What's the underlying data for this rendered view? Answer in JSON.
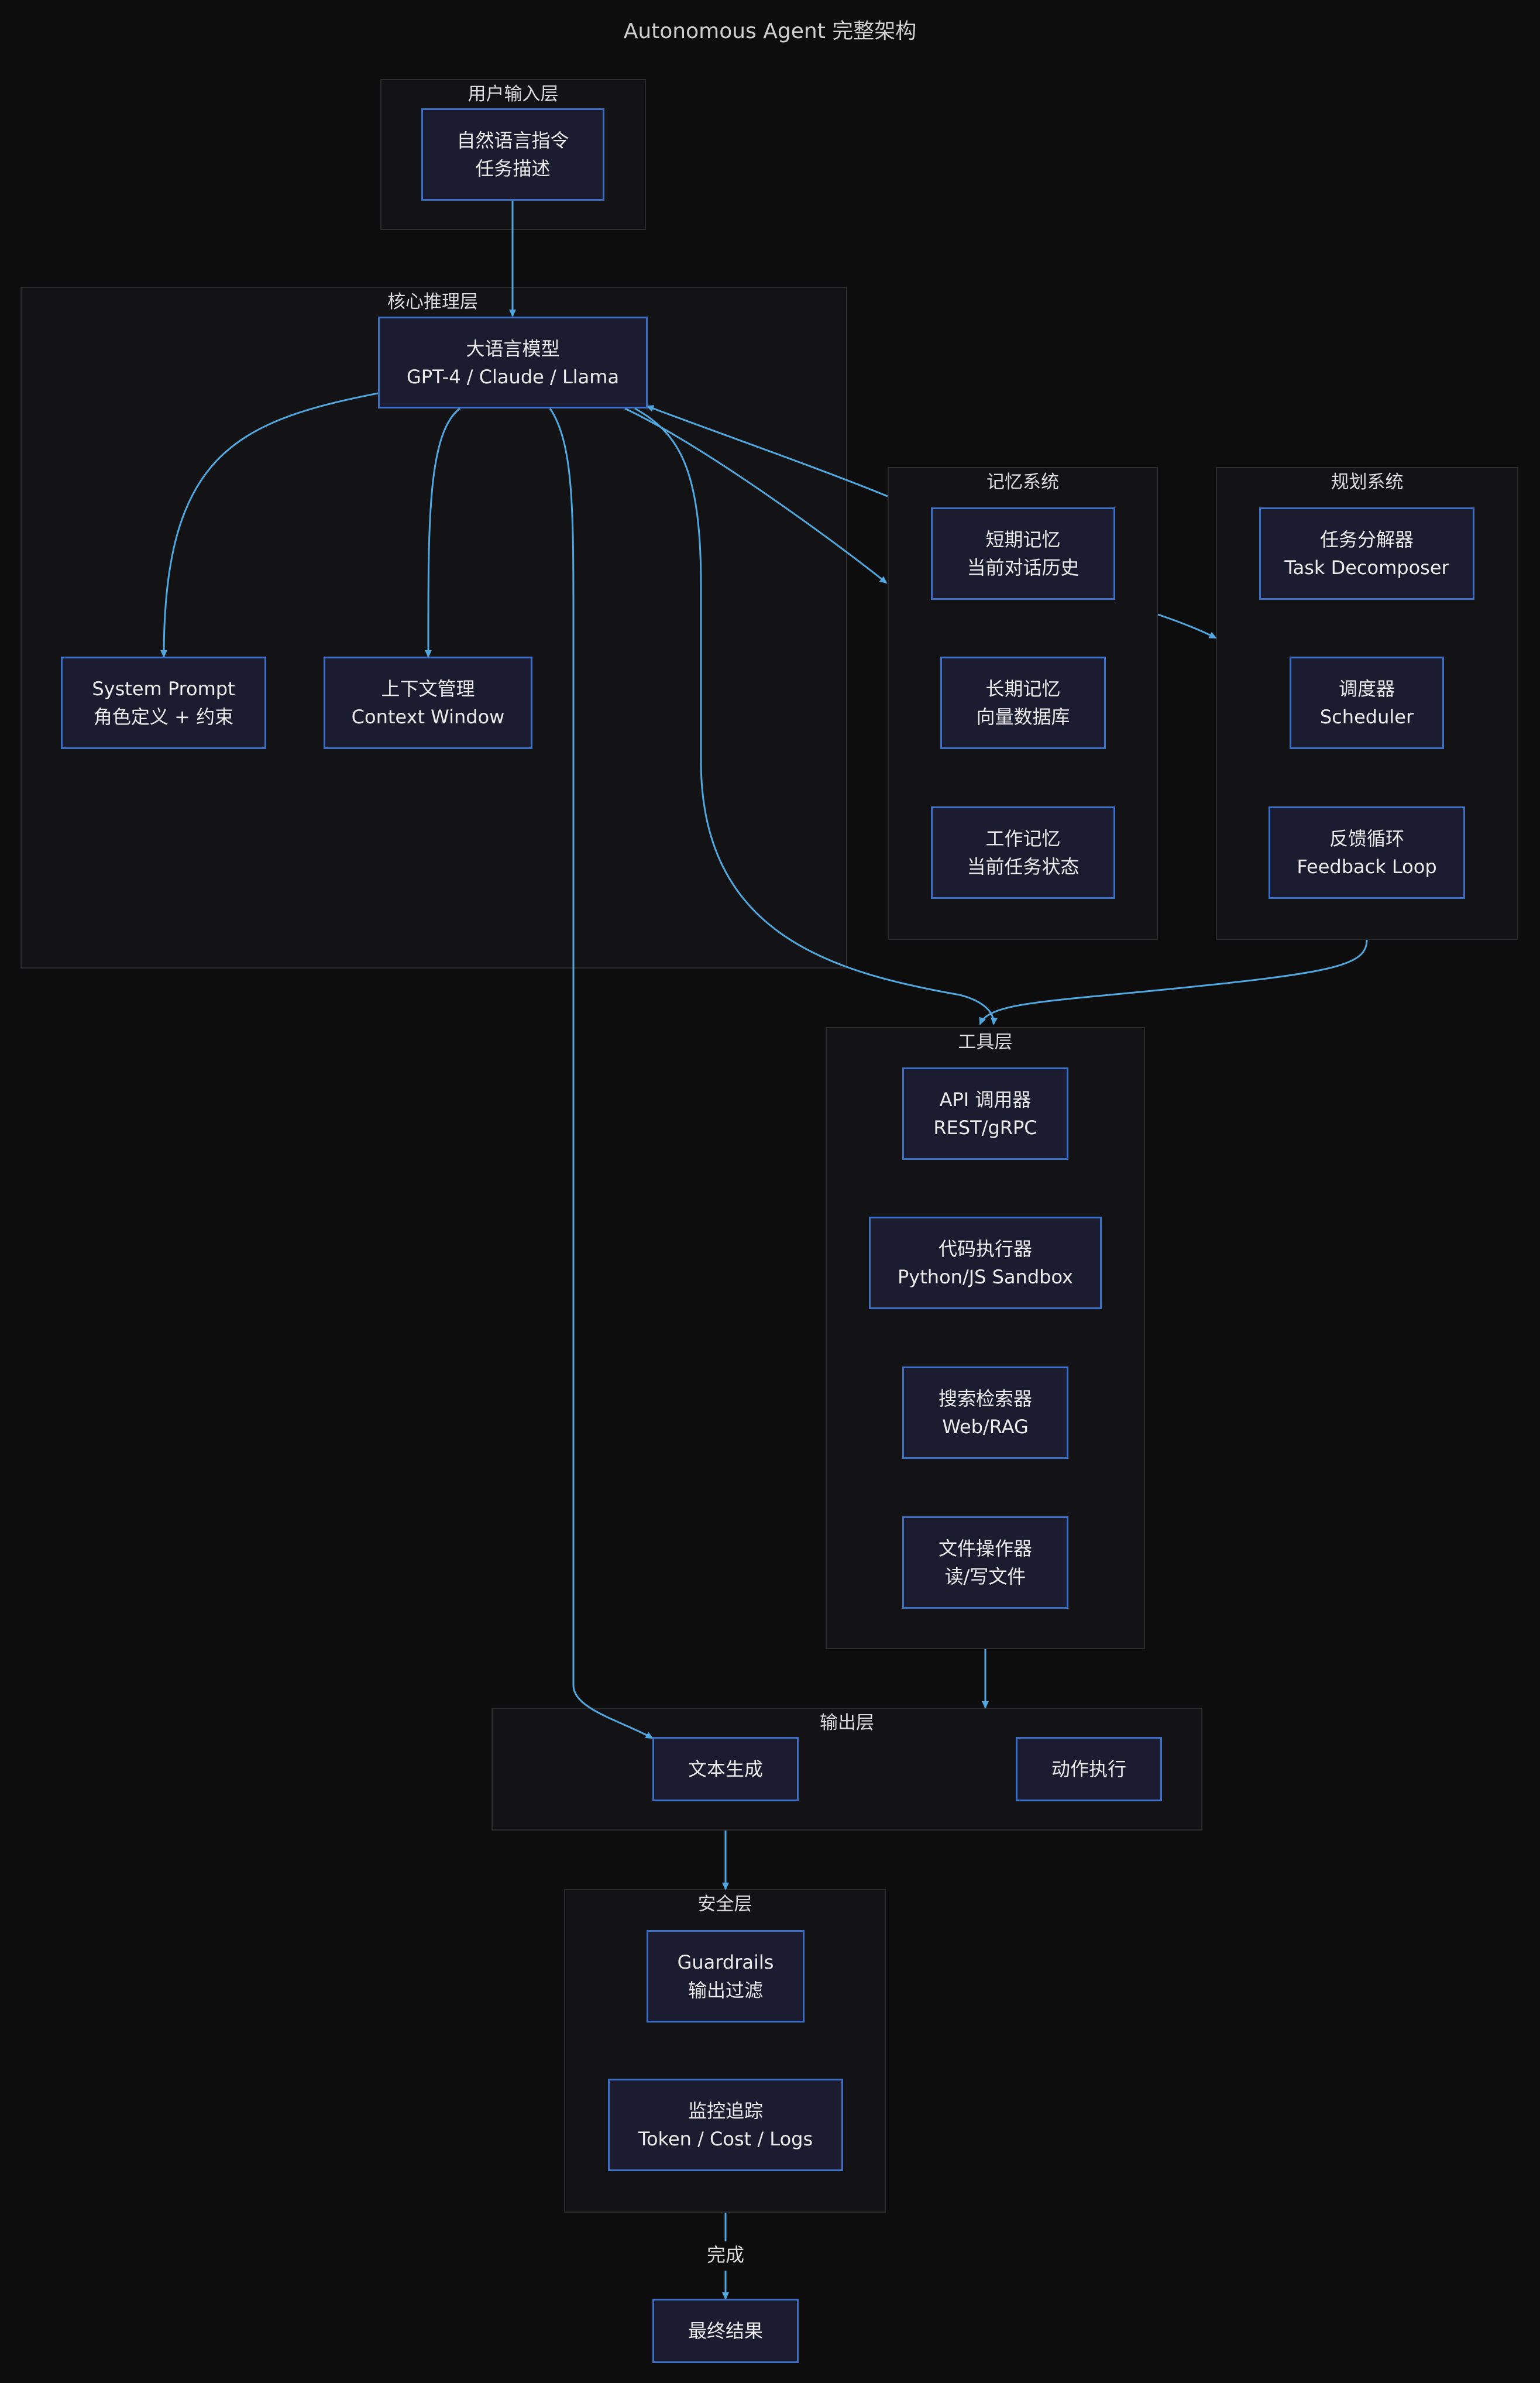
{
  "title": "Autonomous Agent 完整架构",
  "colors": {
    "background": "#0d0d0e",
    "cluster_border": "#2c2c2f",
    "node_border": "#3d6fc4",
    "node_fill": "#1b1c2f",
    "edge": "#4fa8e0",
    "text": "#ececec"
  },
  "clusters": {
    "input": {
      "label": "用户输入层"
    },
    "core": {
      "label": "核心推理层"
    },
    "memory": {
      "label": "记忆系统"
    },
    "planning": {
      "label": "规划系统"
    },
    "tools": {
      "label": "工具层"
    },
    "output": {
      "label": "输出层"
    },
    "safety": {
      "label": "安全层"
    }
  },
  "nodes": {
    "nl_instruction": {
      "line1": "自然语言指令",
      "line2": "任务描述"
    },
    "llm": {
      "line1": "大语言模型",
      "line2": "GPT-4 / Claude / Llama"
    },
    "system_prompt": {
      "line1": "System Prompt",
      "line2": "角色定义 + 约束"
    },
    "context_mgmt": {
      "line1": "上下文管理",
      "line2": "Context Window"
    },
    "short_memory": {
      "line1": "短期记忆",
      "line2": "当前对话历史"
    },
    "long_memory": {
      "line1": "长期记忆",
      "line2": "向量数据库"
    },
    "working_memory": {
      "line1": "工作记忆",
      "line2": "当前任务状态"
    },
    "task_decomposer": {
      "line1": "任务分解器",
      "line2": "Task Decomposer"
    },
    "scheduler": {
      "line1": "调度器",
      "line2": "Scheduler"
    },
    "feedback_loop": {
      "line1": "反馈循环",
      "line2": "Feedback Loop"
    },
    "api_caller": {
      "line1": "API 调用器",
      "line2": "REST/gRPC"
    },
    "code_executor": {
      "line1": "代码执行器",
      "line2": "Python/JS Sandbox"
    },
    "search_retriever": {
      "line1": "搜索检索器",
      "line2": "Web/RAG"
    },
    "file_operator": {
      "line1": "文件操作器",
      "line2": "读/写文件"
    },
    "text_gen": {
      "line1": "文本生成"
    },
    "action_exec": {
      "line1": "动作执行"
    },
    "guardrails": {
      "line1": "Guardrails",
      "line2": "输出过滤"
    },
    "monitoring": {
      "line1": "监控追踪",
      "line2": "Token / Cost / Logs"
    },
    "final_result": {
      "line1": "最终结果"
    }
  },
  "edge_labels": {
    "done": "完成"
  }
}
